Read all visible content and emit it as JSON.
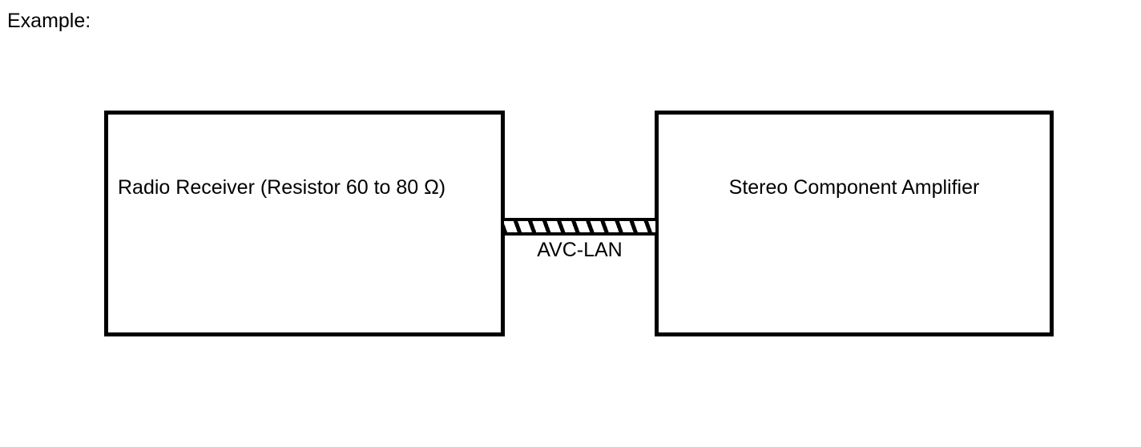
{
  "page": {
    "background_color": "#ffffff",
    "line_color": "#000000",
    "text_color": "#000000"
  },
  "caption": {
    "label": "Example:"
  },
  "diagram": {
    "blocks": [
      {
        "id": "radio-receiver",
        "label": "Radio Receiver (Resistor 60 to 80 Ω)"
      },
      {
        "id": "stereo-amplifier",
        "label": "Stereo Component Amplifier"
      }
    ],
    "connector": {
      "id": "avc-lan",
      "label": "AVC-LAN",
      "style": "hatched-bus",
      "from": "radio-receiver",
      "to": "stereo-amplifier"
    }
  }
}
